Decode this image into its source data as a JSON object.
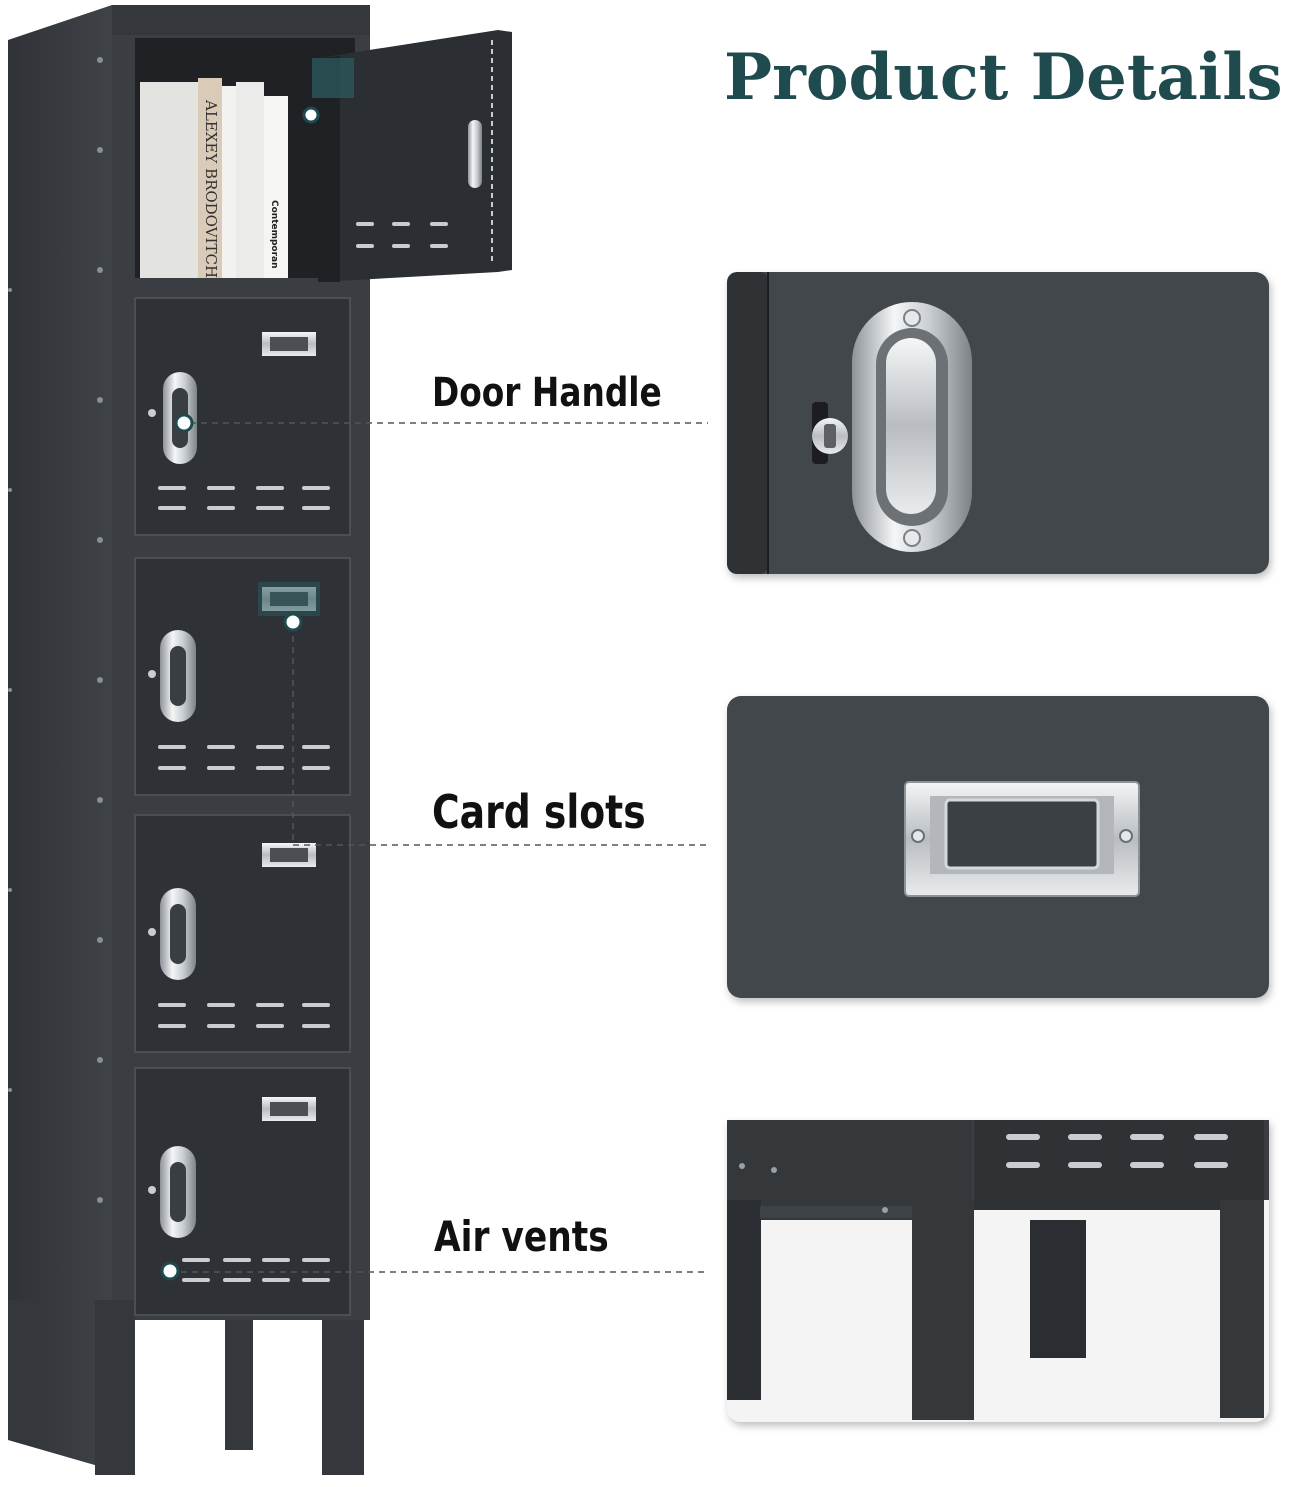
{
  "title": "Product Details",
  "callouts": [
    {
      "label": "Door Handle",
      "icon": "door-handle"
    },
    {
      "label": "Card slots",
      "icon": "card-slot"
    },
    {
      "label": "Air vents",
      "icon": "air-vent"
    }
  ],
  "book_spines": [
    "ALEXEY BRODOVITCH",
    "Contemporan"
  ],
  "colors": {
    "title": "#1f4b4f",
    "locker_body": "#3a3d42",
    "locker_door": "#2e3135",
    "panel_bg": "#43474c",
    "chrome": "#c9cdd1",
    "marker": "#1f4b4f"
  }
}
